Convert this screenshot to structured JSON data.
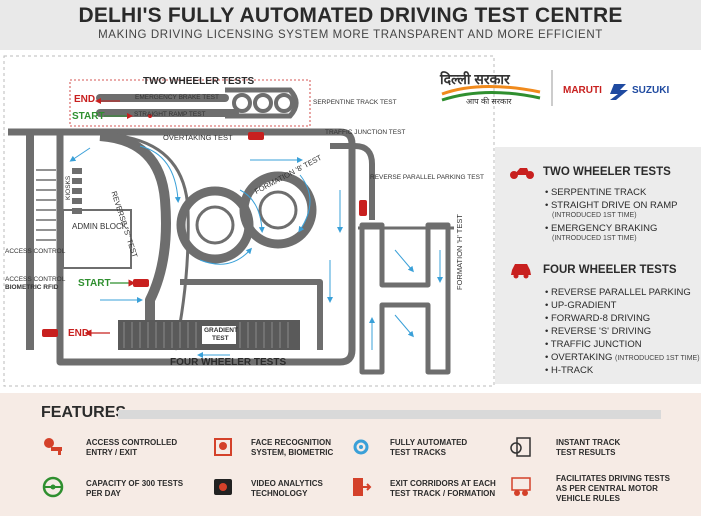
{
  "header": {
    "title": "DELHI'S FULLY AUTOMATED DRIVING TEST CENTRE",
    "subtitle": "MAKING DRIVING LICENSING SYSTEM MORE TRANSPARENT AND MORE EFFICIENT"
  },
  "logos": {
    "delhi_main": "दिल्ली सरकार",
    "delhi_sub": "आप की सरकार",
    "maruti": "MARUTI",
    "suzuki": "SUZUKI"
  },
  "diagram": {
    "two_wheeler_title": "TWO WHEELER TESTS",
    "four_wheeler_title": "FOUR WHEELER TESTS",
    "end_top": "END",
    "start_top": "START",
    "start_bottom": "START",
    "end_bottom": "END",
    "labels": {
      "emergency_brake": "EMERGENCY BRAKE TEST",
      "straight_ramp": "STRAIGHT RAMP TEST",
      "serpentine": "SERPENTINE TRACK TEST",
      "overtaking": "OVERTAKING TEST",
      "traffic_junction": "TRAFFIC JUNCTION TEST",
      "reverse_parallel": "REVERSE PARALLEL PARKING TEST",
      "reverse_s": "REVERSE \"S\" TEST",
      "formation_8": "FORMATION '8' TEST",
      "formation_h": "FORMATION 'H' TEST",
      "kiosks": "KIOSKS",
      "admin_block": "ADMIN BLOCK",
      "access_control": "ACCESS CONTROL",
      "access_control_rfid_1": "ACCESS CONTROL",
      "access_control_rfid_2": "BIOMETRIC RFID",
      "gradient_1": "GRADIENT",
      "gradient_2": "TEST"
    }
  },
  "legend": {
    "two_wheeler": {
      "title": "TWO WHEELER TESTS",
      "items": [
        {
          "text": "SERPENTINE TRACK",
          "note": ""
        },
        {
          "text": "STRAIGHT DRIVE ON RAMP",
          "note": "(INTRODUCED 1ST TIME)"
        },
        {
          "text": "EMERGENCY BRAKING",
          "note": "(INTRODUCED 1ST TIME)"
        }
      ]
    },
    "four_wheeler": {
      "title": "FOUR WHEELER TESTS",
      "items": [
        {
          "text": "REVERSE PARALLEL PARKING",
          "note": ""
        },
        {
          "text": "UP-GRADIENT",
          "note": ""
        },
        {
          "text": "FORWARD-8 DRIVING",
          "note": ""
        },
        {
          "text": "REVERSE 'S' DRIVING",
          "note": ""
        },
        {
          "text": "TRAFFIC JUNCTION",
          "note": ""
        },
        {
          "text": "OVERTAKING",
          "note": "(INTRODUCED 1ST TIME)"
        },
        {
          "text": "H-TRACK",
          "note": ""
        }
      ]
    }
  },
  "features": {
    "title": "FEATURES",
    "items": [
      {
        "icon": "access-control-icon",
        "line1": "ACCESS CONTROLLED",
        "line2": "ENTRY / EXIT"
      },
      {
        "icon": "face-recognition-icon",
        "line1": "FACE RECOGNITION",
        "line2": "SYSTEM, BIOMETRIC"
      },
      {
        "icon": "automation-icon",
        "line1": "FULLY AUTOMATED",
        "line2": "TEST TRACKS"
      },
      {
        "icon": "results-icon",
        "line1": "INSTANT TRACK",
        "line2": "TEST RESULTS"
      },
      {
        "icon": "steering-wheel-icon",
        "line1": "CAPACITY OF 300 TESTS",
        "line2": "PER DAY"
      },
      {
        "icon": "video-camera-icon",
        "line1": "VIDEO ANALYTICS",
        "line2": "TECHNOLOGY"
      },
      {
        "icon": "exit-door-icon",
        "line1": "EXIT CORRIDORS AT EACH",
        "line2": "TEST TRACK / FORMATION"
      },
      {
        "icon": "test-facilitation-icon",
        "line1": "FACILITATES DRIVING TESTS",
        "line2": "AS PER CENTRAL MOTOR",
        "line3": "VEHICLE RULES"
      }
    ]
  },
  "colors": {
    "track": "#6e6e6e",
    "start_green": "#2f8f2f",
    "end_red": "#c8201f",
    "arrow_blue": "#3aa0d8",
    "feature_bg": "#f6ebe5",
    "icon_red": "#d4412a"
  }
}
